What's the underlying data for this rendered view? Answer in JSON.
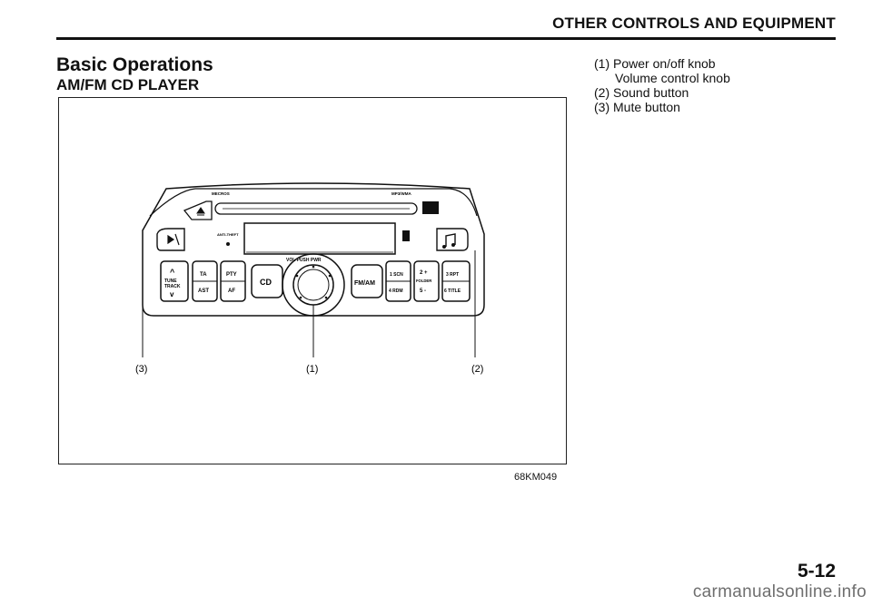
{
  "header": {
    "section_title": "OTHER CONTROLS AND EQUIPMENT"
  },
  "heading": {
    "title": "Basic Operations",
    "subtitle": "AM/FM CD PLAYER"
  },
  "figure": {
    "id": "68KM049",
    "callouts": [
      "(3)",
      "(1)",
      "(2)"
    ],
    "panel_text": {
      "brand": "MECROS",
      "mp3": "MP3/WMA",
      "antitheft": "ANTI-THEFT",
      "vol": "VOL PUSH PWR",
      "tune": "TUNE",
      "track": "TRACK",
      "ta": "TA",
      "ast": "AST",
      "pty": "PTY",
      "af": "AF",
      "cd": "CD",
      "fmam": "FM/AM",
      "b1": "1 SCN",
      "b4": "4 RDM",
      "b2": "2 +",
      "folder": "FOLDER",
      "b5": "5 -",
      "b3": "3 RPT",
      "b6": "6 TITLE"
    }
  },
  "legend": [
    {
      "text": "(1) Power on/off knob",
      "indent": false
    },
    {
      "text": "Volume control knob",
      "indent": true
    },
    {
      "text": "(2) Sound button",
      "indent": false
    },
    {
      "text": "(3) Mute button",
      "indent": false
    }
  ],
  "page_number": "5-12",
  "watermark": "carmanualsonline.info"
}
